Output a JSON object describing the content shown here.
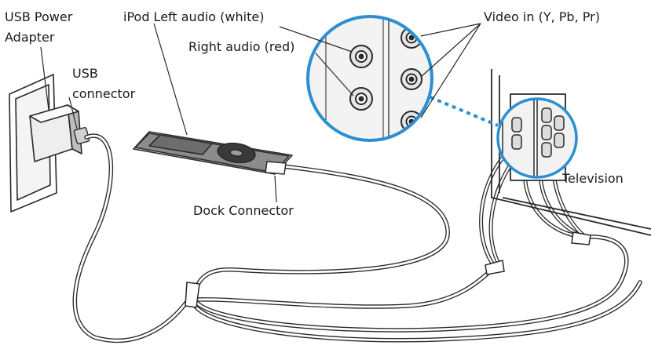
{
  "labels": {
    "usb_power_adapter_line1": "USB Power",
    "usb_power_adapter_line2": "Adapter",
    "usb_connector_line1": "USB",
    "usb_connector_line2": "connector",
    "ipod_left_audio": "iPod Left audio (white)",
    "right_audio": "Right audio (red)",
    "video_in": "Video in (Y, Pb, Pr)",
    "television": "Television",
    "dock_connector": "Dock Connector"
  },
  "colors": {
    "line": "#2a2a2a",
    "callout_circle": "#2b8fd1",
    "ipod_body": "#8c8c8c",
    "ipod_screen": "#6d6d6d",
    "clickwheel": "#3a3a3a"
  }
}
